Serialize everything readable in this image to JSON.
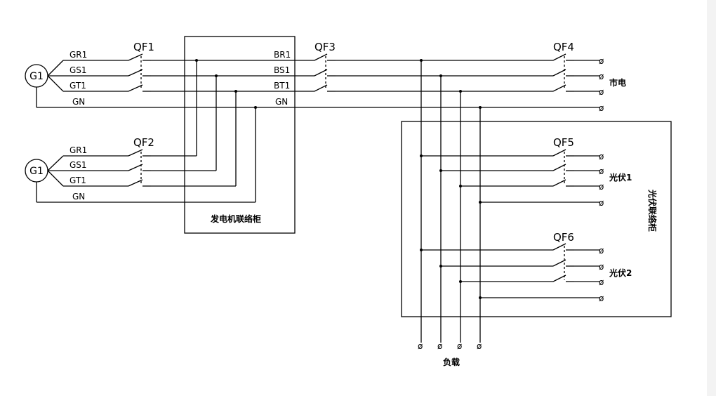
{
  "generators": [
    {
      "symbol": "G1",
      "lines": [
        "GR1",
        "GS1",
        "GT1",
        "GN"
      ],
      "breaker": "QF1"
    },
    {
      "symbol": "G1",
      "lines": [
        "GR1",
        "GS1",
        "GT1",
        "GN"
      ],
      "breaker": "QF2"
    }
  ],
  "generator_cabinet": {
    "label": "发电机联络柜",
    "bus_labels": [
      "BR1",
      "BS1",
      "BT1",
      "GN"
    ],
    "breaker": "QF3"
  },
  "grid": {
    "breaker": "QF4",
    "label": "市电"
  },
  "pv_cabinet": {
    "label": "光伏联络柜",
    "feeders": [
      {
        "breaker": "QF5",
        "label": "光伏1"
      },
      {
        "breaker": "QF6",
        "label": "光伏2"
      }
    ]
  },
  "load": {
    "label": "负载"
  },
  "terminal_glyph": "ø"
}
